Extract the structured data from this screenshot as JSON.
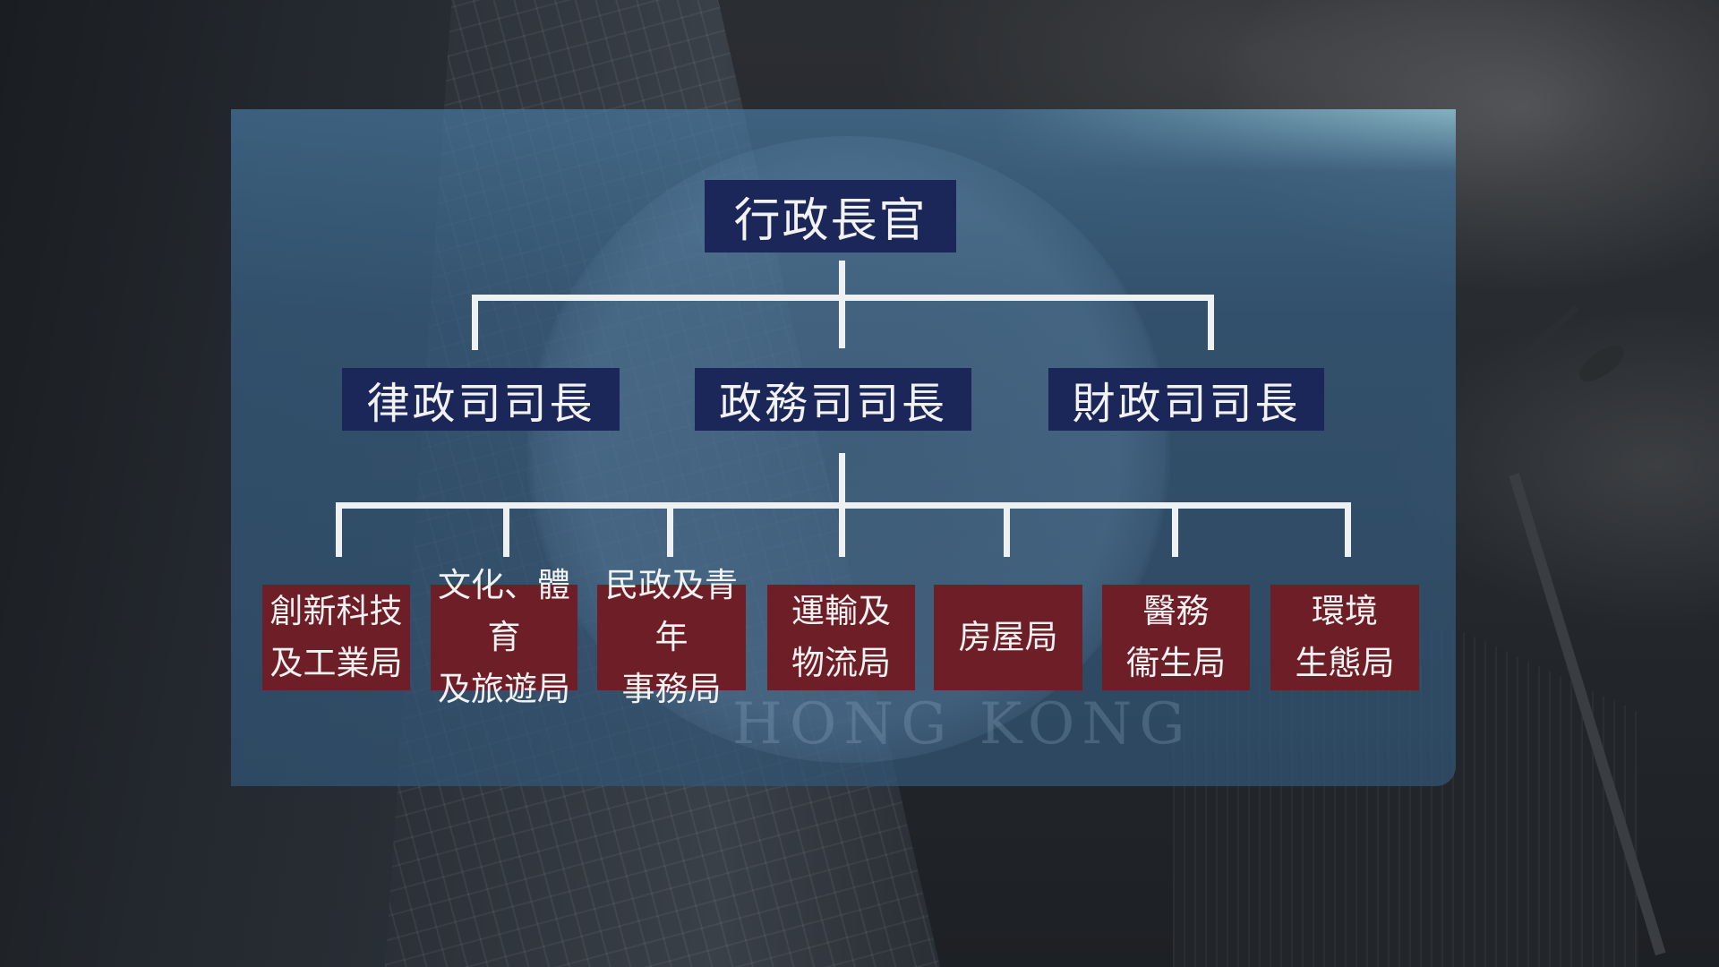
{
  "chart_data": {
    "type": "org_chart",
    "root": {
      "label": "行政長官",
      "children": [
        {
          "label": "律政司司長",
          "children": []
        },
        {
          "label": "政務司司長",
          "children": [
            {
              "label": "創新科技及工業局"
            },
            {
              "label": "文化、體育及旅遊局"
            },
            {
              "label": "民政及青年事務局"
            },
            {
              "label": "運輸及物流局"
            },
            {
              "label": "房屋局"
            },
            {
              "label": "醫務衞生局"
            },
            {
              "label": "環境生態局"
            }
          ]
        },
        {
          "label": "財政司司長",
          "children": []
        }
      ]
    }
  },
  "diagram": {
    "colors": {
      "top_box": "#1b2659",
      "secretary_box": "#1b2659",
      "bureau_box": "#6e1e27",
      "connector": "#eef0f2",
      "panel": "#3c6b90"
    },
    "chief_executive": "行政長官",
    "secretaries": [
      {
        "label": "律政司司長"
      },
      {
        "label": "政務司司長"
      },
      {
        "label": "財政司司長"
      }
    ],
    "bureaus": [
      {
        "line1": "創新科技",
        "line2": "及工業局"
      },
      {
        "line1": "文化、體育",
        "line2": "及旅遊局"
      },
      {
        "line1": "民政及青年",
        "line2": "事務局"
      },
      {
        "line1": "運輸及",
        "line2": "物流局"
      },
      {
        "line1": "房屋局",
        "line2": ""
      },
      {
        "line1": "醫務",
        "line2": "衞生局"
      },
      {
        "line1": "環境",
        "line2": "生態局"
      }
    ],
    "watermark": "HONG KONG"
  }
}
